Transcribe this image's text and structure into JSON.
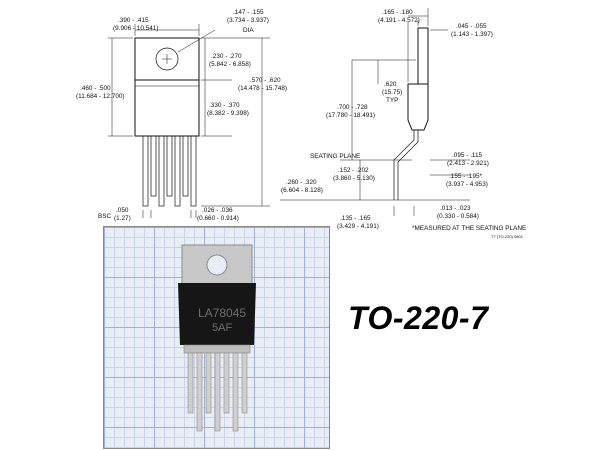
{
  "title": "TO-220-7",
  "dimensions": {
    "width_top": ".390 - .415",
    "width_top_mm": "(9.906 - 10.541)",
    "hole_dia": ".147 - .155",
    "hole_dia_mm": "(3.734 - 3.937)",
    "hole_dia_label": "DIA",
    "tab_height": ".230 - .270",
    "tab_height_mm": "(5.842 - 6.858)",
    "total_height": ".460 - .500",
    "total_height_mm": "(11.684 - 12.700)",
    "body_height": ".330 - .370",
    "body_height_mm": "(8.382 - 9.398)",
    "overall_height": ".570 - .620",
    "overall_height_mm": "(14.478 - 15.748)",
    "bsc_label": "BSC",
    "pitch": ".050",
    "pitch_mm": "(1.27)",
    "lead_width": ".026 - .036",
    "lead_width_mm": "(0.660 - 0.914)",
    "side_thick": ".165 - .180",
    "side_thick_mm": "(4.191 - 4.572)",
    "tab_thick": ".045 - .055",
    "tab_thick_mm": "(1.143 - 1.397)",
    "typ_height": ".620",
    "typ_height_mm": "(15.75)",
    "typ_label": "TYP",
    "side_height": ".700 - .728",
    "side_height_mm": "(17.780 - 18.491)",
    "seating_plane": "SEATING PLANE",
    "lead_offset": ".152 - .202",
    "lead_offset_mm": "(3.860 - 5.130)",
    "lead_len": ".260 - .320",
    "lead_len_mm": "(6.604 - 8.128)",
    "bend": ".095 - .115",
    "bend_mm": "(2.413 - 2.921)",
    "bend2": ".155 - .195*",
    "bend2_mm": "(3.937 - 4.953)",
    "foot": ".135 - .165",
    "foot_mm": "(3.429 - 4.191)",
    "lead_thick": ".013 - .023",
    "lead_thick_mm": "(0.330 - 0.584)",
    "note": "*MEASURED AT THE SEATING PLANE",
    "ref": "T7 (TO-220) 0801"
  },
  "photo": {
    "marking_line1": "LA78045",
    "marking_line2": "5AF"
  },
  "colors": {
    "grid_major": "#9fb2d6",
    "grid_minor": "#c9d4ea",
    "package_body": "#161616",
    "metal_tab": "#c8c8c8"
  }
}
